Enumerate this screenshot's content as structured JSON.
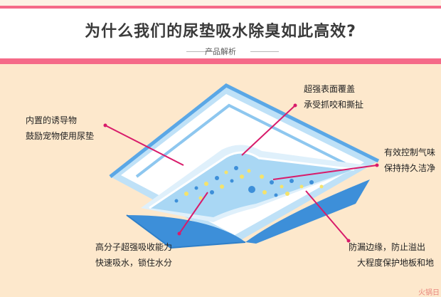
{
  "header": {
    "title": "为什么我们的尿垫吸水除臭如此高效?",
    "subtitle": "产品解析"
  },
  "callouts": {
    "top_center": {
      "line1": "超强表面覆盖",
      "line2": "承受抓咬和撕扯"
    },
    "left": {
      "line1": "内置的诱导物",
      "line2": "鼓励宠物使用尿垫"
    },
    "right": {
      "line1": "有效控制气味",
      "line2": "保持持久洁净"
    },
    "bottom_left": {
      "line1": "高分子超强吸收能力",
      "line2": "快速吸水，锁住水分"
    },
    "bottom_right": {
      "line1": "防漏边缘，防止溢出",
      "line2": "大程度保护地板和地"
    }
  },
  "watermark": "火锅日",
  "colors": {
    "background": "#fde8cc",
    "banner": "#f56a88",
    "pointer": "#d81b6a",
    "pad_blue": "#3d8fd9",
    "pad_light": "#bfe1f7"
  }
}
